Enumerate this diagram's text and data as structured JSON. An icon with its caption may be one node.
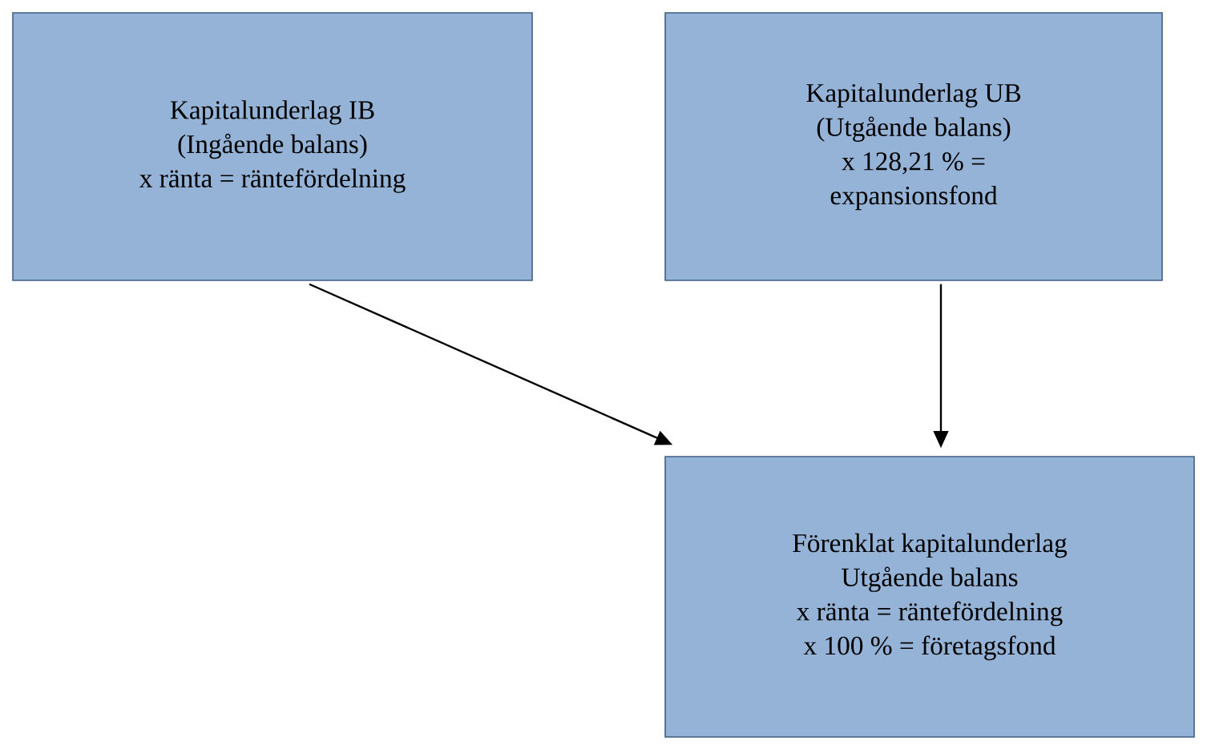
{
  "diagram": {
    "nodes": [
      {
        "text": [
          "Kapitalunderlag IB",
          "(Ingående balans)",
          "x ränta = räntefördelning"
        ]
      },
      {
        "text": [
          "Kapitalunderlag UB",
          "(Utgående balans)",
          "x 128,21 % =",
          "expansionsfond"
        ]
      },
      {
        "text": [
          "Förenklat kapitalunderlag",
          "Utgående balans",
          "x ränta = räntefördelning",
          "x 100 % = företagsfond"
        ]
      }
    ],
    "edges": [
      {
        "from": 0,
        "to": 2,
        "arrow": "to"
      },
      {
        "from": 1,
        "to": 2,
        "arrow": "to"
      }
    ]
  }
}
